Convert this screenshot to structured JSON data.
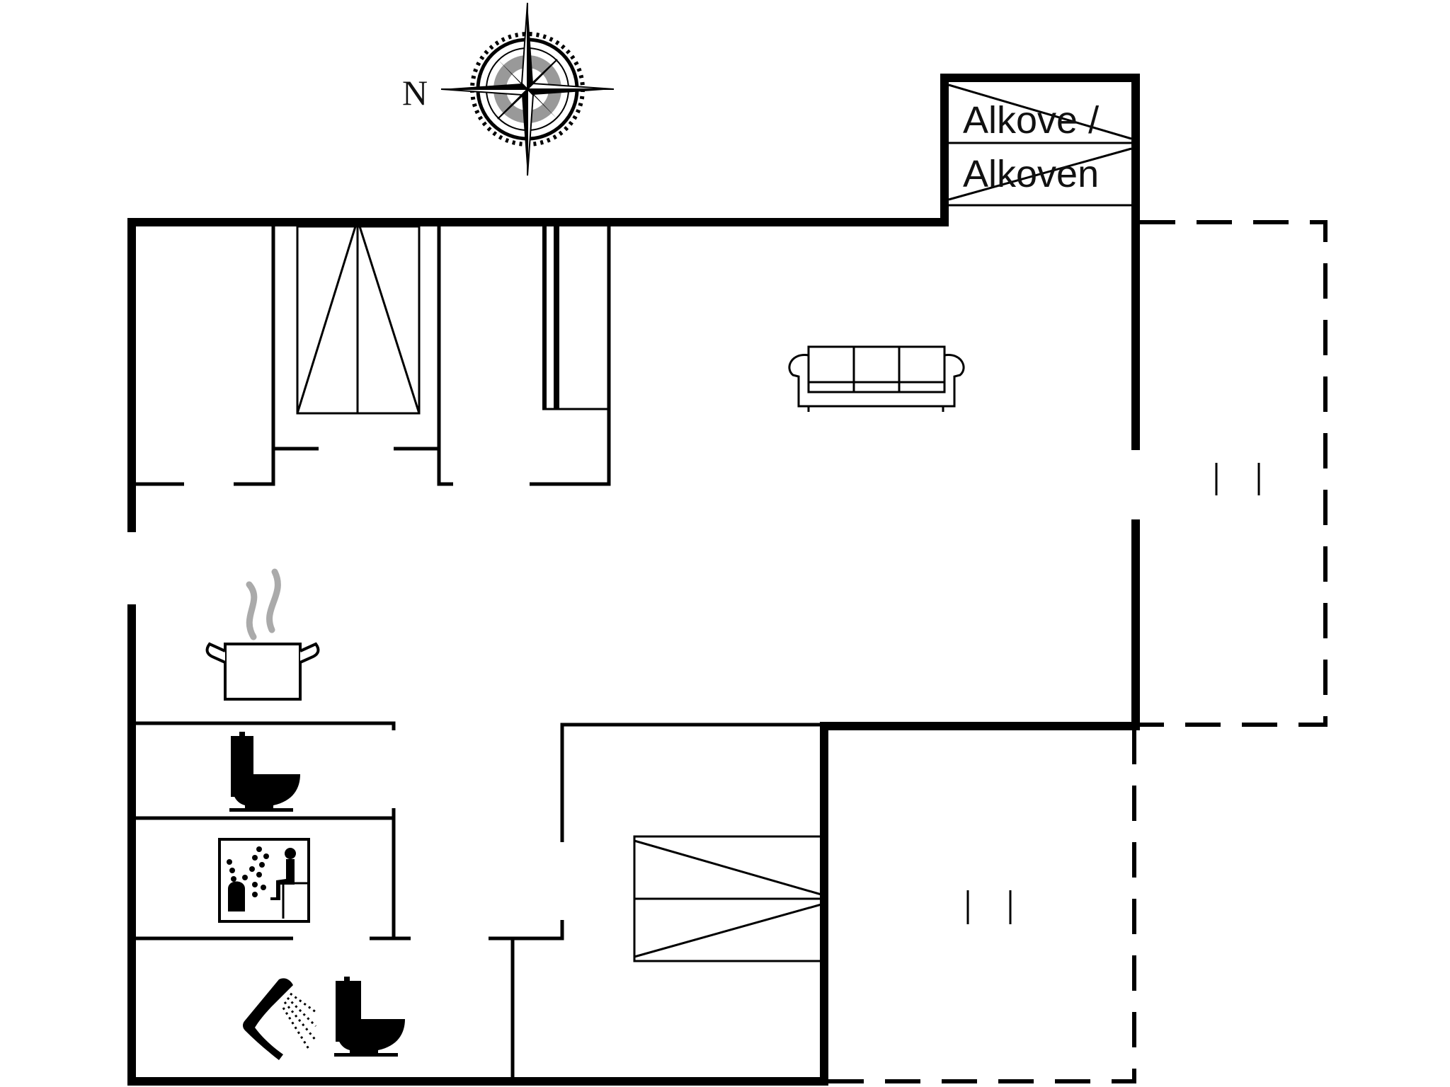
{
  "compass": {
    "north_label": "N",
    "icon": "compass-rose-icon"
  },
  "rooms": {
    "alcove": {
      "label_line1": "Alkove /",
      "label_line2": "Alkoven"
    },
    "living_room": {
      "icon": "sofa-icon"
    },
    "kitchen": {
      "icon": "cooking-pot-icon"
    },
    "toilet": {
      "icon": "toilet-icon"
    },
    "sauna": {
      "icon": "sauna-icon"
    },
    "bathroom": {
      "icons": [
        "shower-icon",
        "toilet-icon"
      ]
    },
    "bedroom_1": {
      "icon": "double-bed-icon"
    },
    "bedroom_2": {
      "icon": "bunk-bed-icon"
    },
    "closet": {
      "icon": "wardrobe-icon"
    },
    "terrace_east": {
      "icon": "terrace-door-marker"
    },
    "terrace_south": {
      "icon": "terrace-door-marker"
    }
  },
  "colors": {
    "wall": "#000000",
    "background": "#ffffff",
    "steam": "#aaaaaa",
    "text": "#111111"
  }
}
